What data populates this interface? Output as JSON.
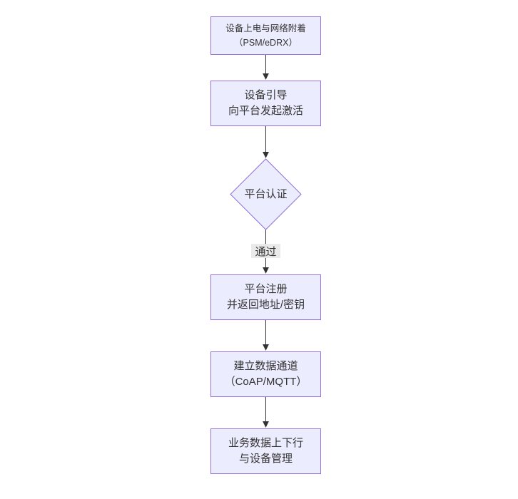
{
  "diagram": {
    "type": "flowchart",
    "direction": "top-down",
    "colors": {
      "background": "#ffffff",
      "node_fill": "#ECECFF",
      "node_border": "#9370DB",
      "text": "#333333",
      "arrow": "#333333",
      "edge_label_bg": "#e8e8e8"
    },
    "nodes": [
      {
        "id": "power",
        "shape": "rect",
        "lines": [
          "设备上电与网络附着",
          "（PSM/eDRX）"
        ]
      },
      {
        "id": "boot",
        "shape": "rect",
        "lines": [
          "设备引导",
          "向平台发起激活"
        ]
      },
      {
        "id": "auth",
        "shape": "diamond",
        "lines": [
          "平台认证"
        ]
      },
      {
        "id": "register",
        "shape": "rect",
        "lines": [
          "平台注册",
          "并返回地址/密钥"
        ]
      },
      {
        "id": "channel",
        "shape": "rect",
        "lines": [
          "建立数据通道",
          "（CoAP/MQTT）"
        ]
      },
      {
        "id": "business",
        "shape": "rect",
        "lines": [
          "业务数据上下行",
          "与设备管理"
        ]
      }
    ],
    "edges": [
      {
        "from": "power",
        "to": "boot",
        "label": ""
      },
      {
        "from": "boot",
        "to": "auth",
        "label": ""
      },
      {
        "from": "auth",
        "to": "register",
        "label": "通过"
      },
      {
        "from": "register",
        "to": "channel",
        "label": ""
      },
      {
        "from": "channel",
        "to": "business",
        "label": ""
      }
    ]
  }
}
